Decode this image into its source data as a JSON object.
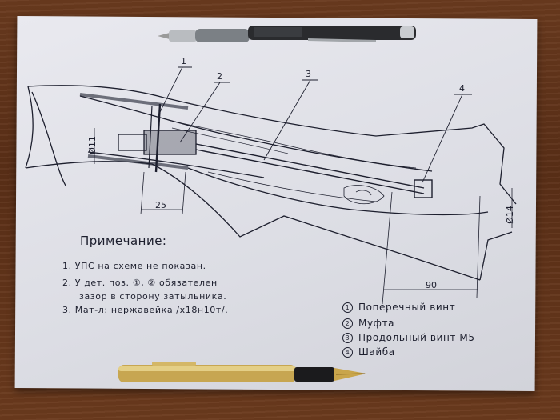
{
  "notes": {
    "title": "Примечание:",
    "line1": "1. УПС на схеме не показан.",
    "line2a": "2. У дет. поз. ①, ② обязателен",
    "line2b": "зазор в сторону затыльника.",
    "line3": "3. Мат-л: нержавейка /х18н10т/."
  },
  "legend": [
    {
      "num": "1",
      "label": "Поперечный винт"
    },
    {
      "num": "2",
      "label": "Муфта"
    },
    {
      "num": "3",
      "label": "Продольный винт М5"
    },
    {
      "num": "4",
      "label": "Шайба"
    }
  ],
  "callouts": [
    "1",
    "2",
    "3",
    "4"
  ],
  "dimensions": {
    "left_span": "25",
    "right_span": "90",
    "left_dia": "Ø11",
    "right_dia": "Ø14"
  },
  "colors": {
    "wood": "#5a2f17",
    "paper": "#dcdde4",
    "ink": "#1d1f2e",
    "pencil_body": "#8a8f94",
    "pen_gold": "#c7a651"
  }
}
